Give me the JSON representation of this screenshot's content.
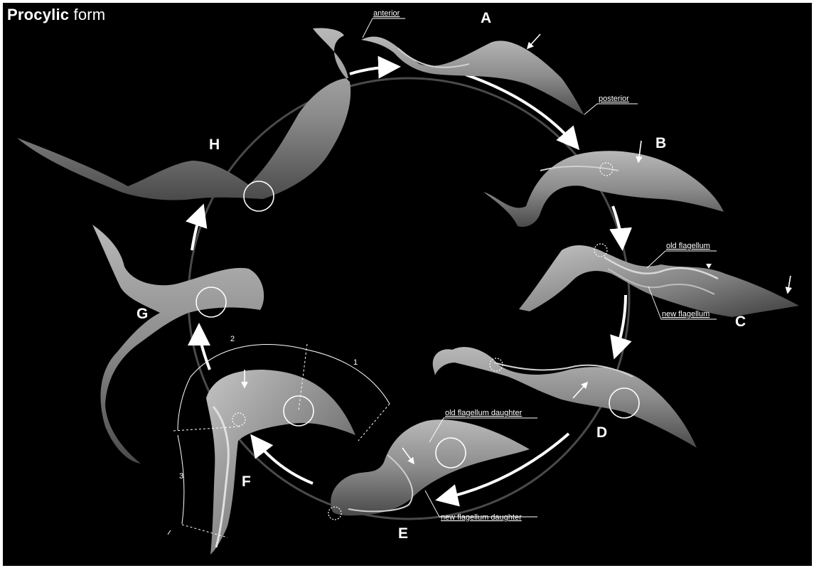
{
  "figure": {
    "title_bold": "Procylic",
    "title_rest": " form",
    "colors": {
      "background": "#000000",
      "foreground": "#ffffff",
      "cell": "#8a8a8a",
      "cycle_ring": "#555555"
    }
  },
  "stages": [
    "A",
    "B",
    "C",
    "D",
    "E",
    "F",
    "G",
    "H"
  ],
  "annotations": {
    "anterior": "anterior",
    "posterior": "posterior",
    "old_flagellum": "old flagellum",
    "new_flagellum": "new flagellum",
    "old_flagellum_daughter": "old flagellum daughter",
    "new_flagellum_daughter": "new flagellum daughter"
  },
  "segment_labels": [
    "1",
    "2",
    "3"
  ]
}
